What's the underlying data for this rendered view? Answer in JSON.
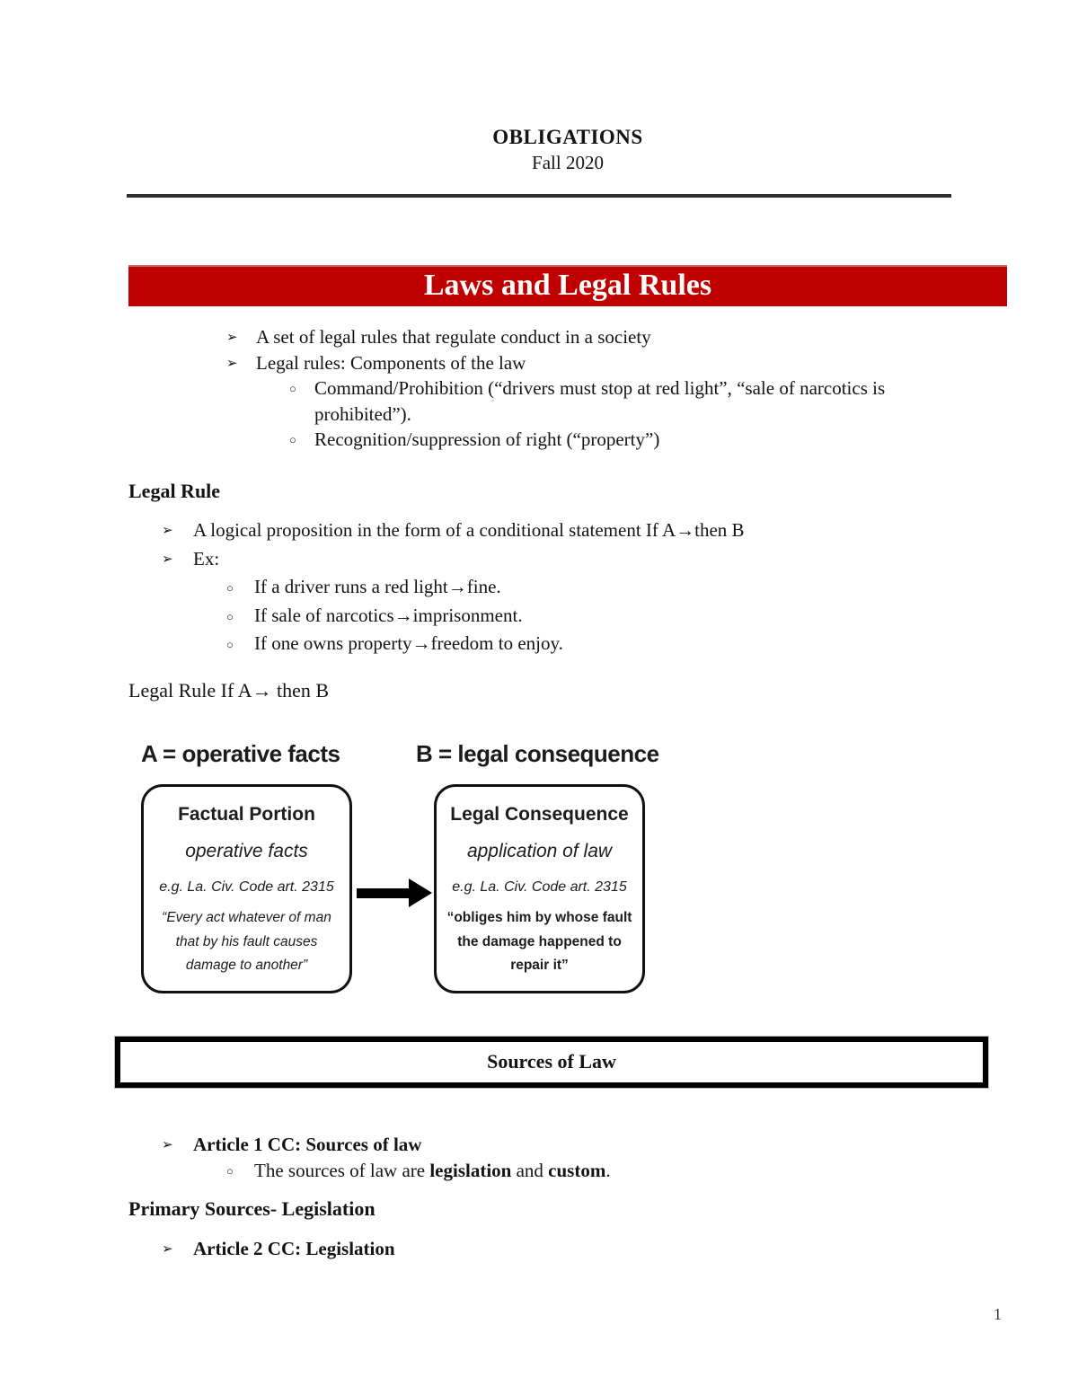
{
  "header": {
    "title": "OBLIGATIONS",
    "subtitle": "Fall 2020"
  },
  "banner": {
    "title": "Laws and Legal Rules",
    "background": "#c00000",
    "text_color": "#ffffff"
  },
  "bullets": {
    "level1_glyph": "➢",
    "level2_glyph": "○"
  },
  "intro": {
    "item1": "A set of legal rules that regulate conduct in a society",
    "item2": "Legal rules: Components of the law",
    "item2a": "Command/Prohibition (“drivers must stop at red light”, “sale of narcotics is prohibited”).",
    "item2b": "Recognition/suppression of right (“property”)"
  },
  "legal_rule": {
    "heading": "Legal Rule",
    "item1": "A logical proposition in the form of a conditional statement If A→then B",
    "item2": "Ex:",
    "ex1": "If a driver runs a red light→fine.",
    "ex2": "If sale of narcotics→imprisonment.",
    "ex3": "If one owns property→freedom to enjoy.",
    "subheading": "Legal Rule If A→ then B"
  },
  "diagram": {
    "label_a": "A = operative facts",
    "label_b": "B = legal consequence",
    "left_box": {
      "title": "Factual Portion",
      "subtitle": "operative facts",
      "example": "e.g. La. Civ. Code art. 2315",
      "quote": "“Every act whatever of man that by his fault causes damage to another”"
    },
    "right_box": {
      "title": "Legal Consequence",
      "subtitle": "application of law",
      "example": "e.g. La. Civ. Code art. 2315",
      "quote": "“obliges him by whose fault the damage happened to repair it”"
    }
  },
  "sources": {
    "box_title": "Sources of Law",
    "article1_label": "Article 1 CC: Sources of law",
    "article1_sub": {
      "prefix": "The sources of law are ",
      "bold1": "legislation",
      "mid": " and ",
      "bold2": "custom",
      "suffix": "."
    },
    "primary_heading": "Primary Sources- Legislation",
    "article2_label": "Article 2 CC: Legislation"
  },
  "footer": {
    "page_number": "1"
  }
}
